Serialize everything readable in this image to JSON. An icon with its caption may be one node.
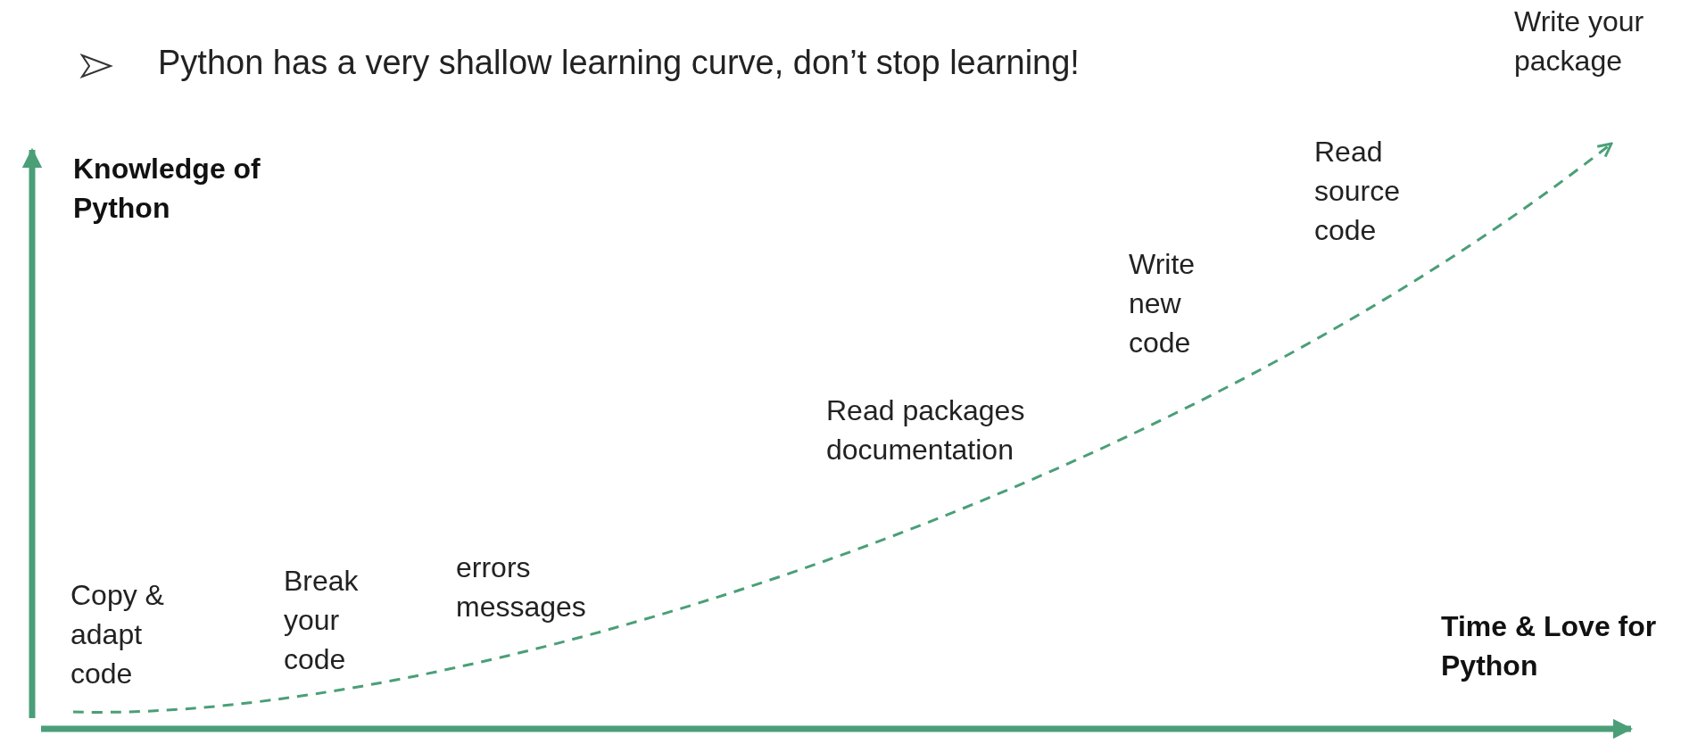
{
  "diagram": {
    "title": "Python has a very shallow learning curve, don’t stop learning!",
    "labels": [
      "Write your package",
      "Knowledge of Python",
      "Read source code",
      "Write new code",
      "Read packages documentation",
      "errors messages",
      "Copy & adapt code",
      "Break your code",
      "Time & Love for Python"
    ]
  }
}
